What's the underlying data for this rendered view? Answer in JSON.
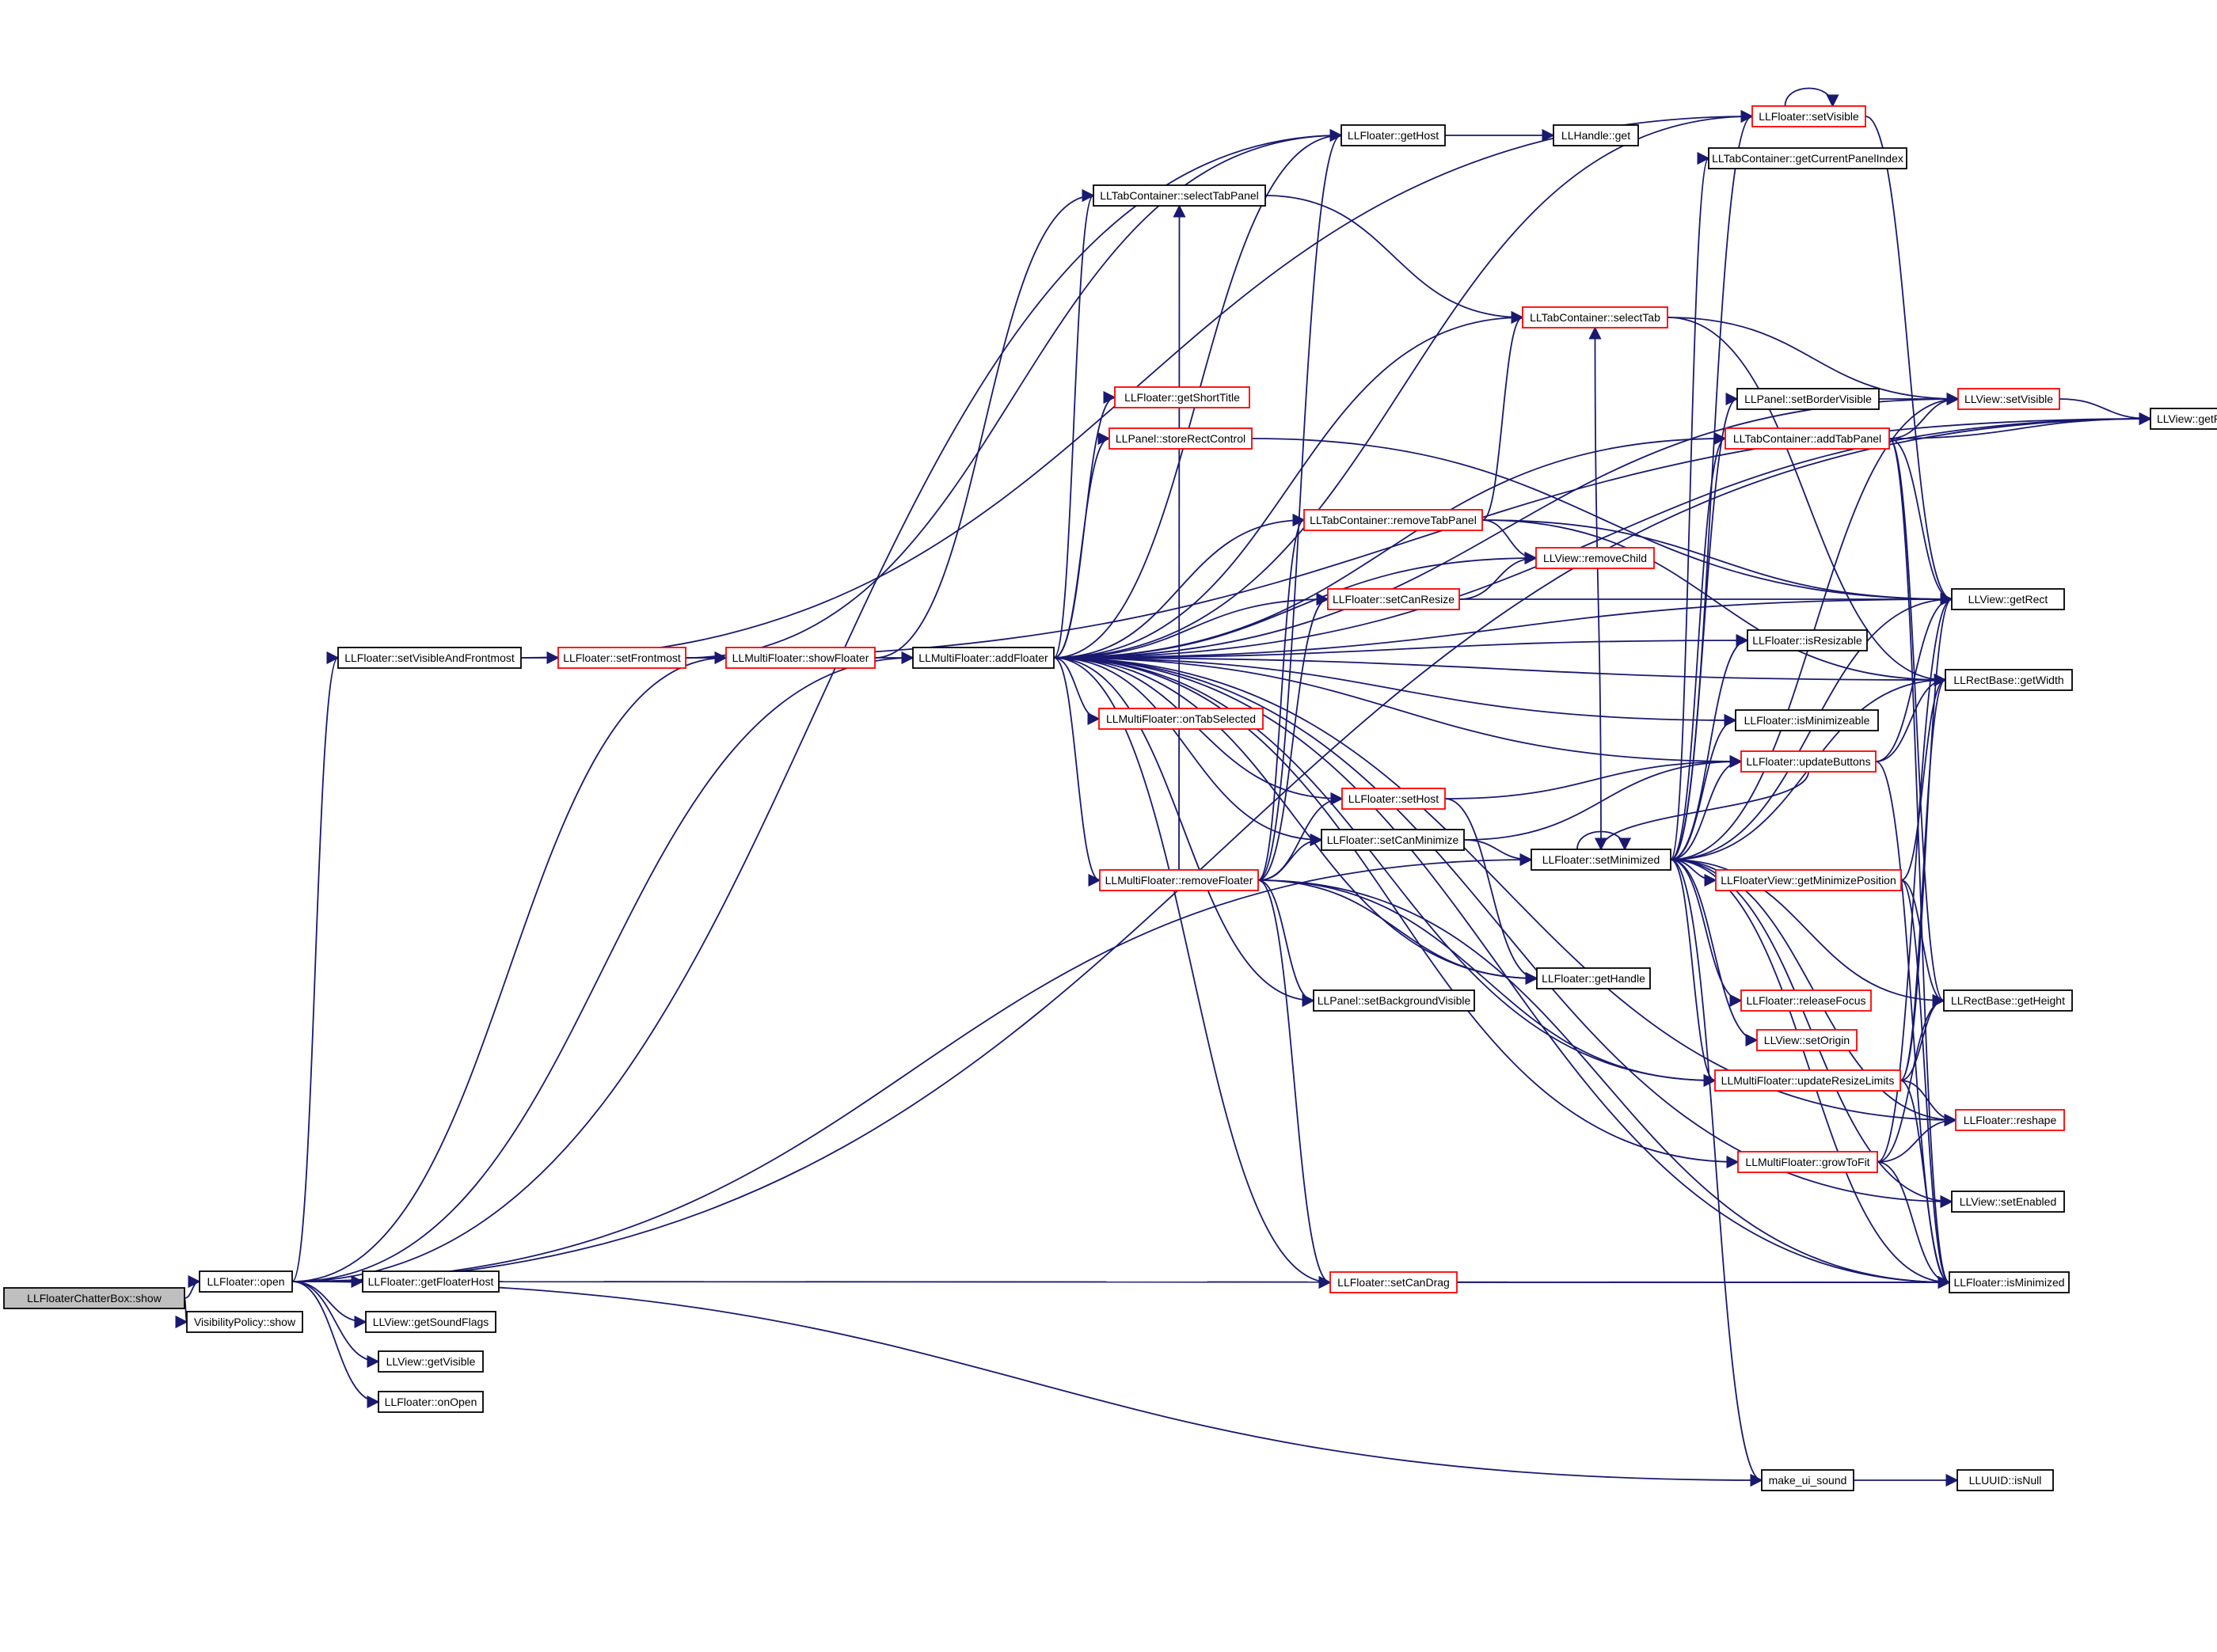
{
  "colors": {
    "edge": "#191970",
    "node_border_black": "#000000",
    "node_border_red": "#ff0000",
    "node_fill": "#ffffff",
    "root_fill": "#bfbfbf"
  },
  "nodes": {
    "chatterbox_show": {
      "label": "LLFloaterChatterBox::show",
      "border": "gray"
    },
    "floater_open": {
      "label": "LLFloater::open",
      "border": "black"
    },
    "visibility_show": {
      "label": "VisibilityPolicy::show",
      "border": "black"
    },
    "set_visible_frontmost": {
      "label": "LLFloater::setVisibleAndFrontmost",
      "border": "black"
    },
    "set_frontmost": {
      "label": "LLFloater::setFrontmost",
      "border": "red"
    },
    "show_floater": {
      "label": "LLMultiFloater::showFloater",
      "border": "red"
    },
    "add_floater": {
      "label": "LLMultiFloater::addFloater",
      "border": "black"
    },
    "get_floater_host": {
      "label": "LLFloater::getFloaterHost",
      "border": "black"
    },
    "get_sound_flags": {
      "label": "LLView::getSoundFlags",
      "border": "black"
    },
    "get_visible": {
      "label": "LLView::getVisible",
      "border": "black"
    },
    "on_open": {
      "label": "LLFloater::onOpen",
      "border": "black"
    },
    "get_host": {
      "label": "LLFloater::getHost",
      "border": "black"
    },
    "handle_get": {
      "label": "LLHandle::get",
      "border": "black"
    },
    "select_tab_panel": {
      "label": "LLTabContainer::selectTabPanel",
      "border": "black"
    },
    "get_short_title": {
      "label": "LLFloater::getShortTitle",
      "border": "red"
    },
    "store_rect_control": {
      "label": "LLPanel::storeRectControl",
      "border": "red"
    },
    "on_tab_selected": {
      "label": "LLMultiFloater::onTabSelected",
      "border": "red"
    },
    "remove_floater": {
      "label": "LLMultiFloater::removeFloater",
      "border": "red"
    },
    "set_visible_f": {
      "label": "LLFloater::setVisible",
      "border": "red"
    },
    "get_current_panel_index": {
      "label": "LLTabContainer::getCurrentPanelIndex",
      "border": "black"
    },
    "select_tab": {
      "label": "LLTabContainer::selectTab",
      "border": "red"
    },
    "remove_tab_panel": {
      "label": "LLTabContainer::removeTabPanel",
      "border": "red"
    },
    "remove_child": {
      "label": "LLView::removeChild",
      "border": "red"
    },
    "set_can_resize": {
      "label": "LLFloater::setCanResize",
      "border": "red"
    },
    "set_host": {
      "label": "LLFloater::setHost",
      "border": "red"
    },
    "set_can_minimize": {
      "label": "LLFloater::setCanMinimize",
      "border": "black"
    },
    "set_background_visible": {
      "label": "LLPanel::setBackgroundVisible",
      "border": "black"
    },
    "set_can_drag": {
      "label": "LLFloater::setCanDrag",
      "border": "red"
    },
    "set_minimized": {
      "label": "LLFloater::setMinimized",
      "border": "black"
    },
    "get_handle": {
      "label": "LLFloater::getHandle",
      "border": "black"
    },
    "set_border_visible": {
      "label": "LLPanel::setBorderVisible",
      "border": "black"
    },
    "add_tab_panel": {
      "label": "LLTabContainer::addTabPanel",
      "border": "red"
    },
    "is_resizable": {
      "label": "LLFloater::isResizable",
      "border": "black"
    },
    "is_minimizeable": {
      "label": "LLFloater::isMinimizeable",
      "border": "black"
    },
    "update_buttons": {
      "label": "LLFloater::updateButtons",
      "border": "red"
    },
    "get_minimize_position": {
      "label": "LLFloaterView::getMinimizePosition",
      "border": "red"
    },
    "release_focus": {
      "label": "LLFloater::releaseFocus",
      "border": "red"
    },
    "set_origin": {
      "label": "LLView::setOrigin",
      "border": "red"
    },
    "update_resize_limits": {
      "label": "LLMultiFloater::updateResizeLimits",
      "border": "red"
    },
    "grow_to_fit": {
      "label": "LLMultiFloater::growToFit",
      "border": "red"
    },
    "make_ui_sound": {
      "label": "make_ui_sound",
      "border": "black"
    },
    "view_set_visible": {
      "label": "LLView::setVisible",
      "border": "red"
    },
    "get_parent": {
      "label": "LLView::getParent",
      "border": "black"
    },
    "get_rect": {
      "label": "LLView::getRect",
      "border": "black"
    },
    "get_width": {
      "label": "LLRectBase::getWidth",
      "border": "black"
    },
    "get_height": {
      "label": "LLRectBase::getHeight",
      "border": "black"
    },
    "reshape": {
      "label": "LLFloater::reshape",
      "border": "red"
    },
    "set_enabled": {
      "label": "LLView::setEnabled",
      "border": "black"
    },
    "is_minimized": {
      "label": "LLFloater::isMinimized",
      "border": "black"
    },
    "uuid_is_null": {
      "label": "LLUUID::isNull",
      "border": "black"
    }
  },
  "edges": [
    [
      "chatterbox_show",
      "floater_open"
    ],
    [
      "chatterbox_show",
      "visibility_show"
    ],
    [
      "floater_open",
      "get_floater_host"
    ],
    [
      "floater_open",
      "get_sound_flags"
    ],
    [
      "floater_open",
      "get_visible"
    ],
    [
      "floater_open",
      "on_open"
    ],
    [
      "floater_open",
      "set_visible_frontmost"
    ],
    [
      "floater_open",
      "show_floater"
    ],
    [
      "floater_open",
      "add_floater"
    ],
    [
      "floater_open",
      "get_host"
    ],
    [
      "floater_open",
      "set_minimized"
    ],
    [
      "floater_open",
      "is_minimized"
    ],
    [
      "floater_open",
      "make_ui_sound"
    ],
    [
      "floater_open",
      "get_parent"
    ],
    [
      "set_visible_frontmost",
      "set_frontmost"
    ],
    [
      "set_visible_frontmost",
      "set_visible_f"
    ],
    [
      "set_frontmost",
      "show_floater"
    ],
    [
      "set_frontmost",
      "get_host"
    ],
    [
      "set_frontmost",
      "get_parent"
    ],
    [
      "show_floater",
      "add_floater"
    ],
    [
      "show_floater",
      "select_tab_panel"
    ],
    [
      "add_floater",
      "get_host"
    ],
    [
      "add_floater",
      "select_tab_panel"
    ],
    [
      "add_floater",
      "get_short_title"
    ],
    [
      "add_floater",
      "store_rect_control"
    ],
    [
      "add_floater",
      "on_tab_selected"
    ],
    [
      "add_floater",
      "remove_floater"
    ],
    [
      "add_floater",
      "set_visible_f"
    ],
    [
      "add_floater",
      "select_tab"
    ],
    [
      "add_floater",
      "remove_tab_panel"
    ],
    [
      "add_floater",
      "remove_child"
    ],
    [
      "add_floater",
      "set_can_resize"
    ],
    [
      "add_floater",
      "set_host"
    ],
    [
      "add_floater",
      "set_can_minimize"
    ],
    [
      "add_floater",
      "set_background_visible"
    ],
    [
      "add_floater",
      "set_can_drag"
    ],
    [
      "add_floater",
      "get_handle"
    ],
    [
      "add_floater",
      "add_tab_panel"
    ],
    [
      "add_floater",
      "is_resizable"
    ],
    [
      "add_floater",
      "is_minimizeable"
    ],
    [
      "add_floater",
      "update_buttons"
    ],
    [
      "add_floater",
      "update_resize_limits"
    ],
    [
      "add_floater",
      "grow_to_fit"
    ],
    [
      "add_floater",
      "view_set_visible"
    ],
    [
      "add_floater",
      "get_rect"
    ],
    [
      "add_floater",
      "get_width"
    ],
    [
      "add_floater",
      "reshape"
    ],
    [
      "add_floater",
      "set_enabled"
    ],
    [
      "add_floater",
      "is_minimized"
    ],
    [
      "add_floater",
      "get_parent"
    ],
    [
      "get_host",
      "handle_get"
    ],
    [
      "select_tab_panel",
      "select_tab"
    ],
    [
      "store_rect_control",
      "get_rect"
    ],
    [
      "remove_floater",
      "get_host"
    ],
    [
      "remove_floater",
      "select_tab_panel"
    ],
    [
      "remove_floater",
      "remove_tab_panel"
    ],
    [
      "remove_floater",
      "set_can_resize"
    ],
    [
      "remove_floater",
      "set_host"
    ],
    [
      "remove_floater",
      "set_can_minimize"
    ],
    [
      "remove_floater",
      "set_background_visible"
    ],
    [
      "remove_floater",
      "set_can_drag"
    ],
    [
      "remove_floater",
      "get_handle"
    ],
    [
      "remove_floater",
      "update_resize_limits"
    ],
    [
      "remove_floater",
      "is_minimized"
    ],
    [
      "set_visible_f",
      "set_visible_f"
    ],
    [
      "set_visible_f",
      "get_rect"
    ],
    [
      "select_tab",
      "view_set_visible"
    ],
    [
      "select_tab",
      "get_width"
    ],
    [
      "remove_tab_panel",
      "select_tab"
    ],
    [
      "remove_tab_panel",
      "remove_child"
    ],
    [
      "remove_tab_panel",
      "get_rect"
    ],
    [
      "remove_tab_panel",
      "get_width"
    ],
    [
      "set_can_resize",
      "remove_child"
    ],
    [
      "set_can_resize",
      "get_rect"
    ],
    [
      "set_host",
      "update_buttons"
    ],
    [
      "set_host",
      "get_handle"
    ],
    [
      "set_can_minimize",
      "set_minimized"
    ],
    [
      "set_can_minimize",
      "update_buttons"
    ],
    [
      "set_can_drag",
      "is_minimized"
    ],
    [
      "set_minimized",
      "set_minimized"
    ],
    [
      "set_minimized",
      "set_visible_f"
    ],
    [
      "set_minimized",
      "get_current_panel_index"
    ],
    [
      "set_minimized",
      "select_tab"
    ],
    [
      "set_minimized",
      "set_border_visible"
    ],
    [
      "set_minimized",
      "add_tab_panel"
    ],
    [
      "set_minimized",
      "is_resizable"
    ],
    [
      "set_minimized",
      "is_minimizeable"
    ],
    [
      "set_minimized",
      "update_buttons"
    ],
    [
      "set_minimized",
      "get_minimize_position"
    ],
    [
      "set_minimized",
      "release_focus"
    ],
    [
      "set_minimized",
      "set_origin"
    ],
    [
      "set_minimized",
      "update_resize_limits"
    ],
    [
      "set_minimized",
      "make_ui_sound"
    ],
    [
      "set_minimized",
      "view_set_visible"
    ],
    [
      "set_minimized",
      "get_rect"
    ],
    [
      "set_minimized",
      "get_width"
    ],
    [
      "set_minimized",
      "get_height"
    ],
    [
      "set_minimized",
      "reshape"
    ],
    [
      "set_minimized",
      "set_enabled"
    ],
    [
      "set_minimized",
      "is_minimized"
    ],
    [
      "set_border_visible",
      "view_set_visible"
    ],
    [
      "add_tab_panel",
      "view_set_visible"
    ],
    [
      "add_tab_panel",
      "get_parent"
    ],
    [
      "add_tab_panel",
      "get_rect"
    ],
    [
      "add_tab_panel",
      "get_height"
    ],
    [
      "add_tab_panel",
      "is_minimized"
    ],
    [
      "update_buttons",
      "get_rect"
    ],
    [
      "update_buttons",
      "get_width"
    ],
    [
      "update_buttons",
      "set_minimized"
    ],
    [
      "update_buttons",
      "is_minimized"
    ],
    [
      "get_minimize_position",
      "get_height"
    ],
    [
      "get_minimize_position",
      "is_minimized"
    ],
    [
      "get_minimize_position",
      "get_width"
    ],
    [
      "update_resize_limits",
      "get_rect"
    ],
    [
      "update_resize_limits",
      "get_width"
    ],
    [
      "update_resize_limits",
      "get_height"
    ],
    [
      "update_resize_limits",
      "reshape"
    ],
    [
      "update_resize_limits",
      "is_minimized"
    ],
    [
      "grow_to_fit",
      "get_rect"
    ],
    [
      "grow_to_fit",
      "get_height"
    ],
    [
      "grow_to_fit",
      "reshape"
    ],
    [
      "grow_to_fit",
      "is_minimized"
    ],
    [
      "make_ui_sound",
      "uuid_is_null"
    ],
    [
      "view_set_visible",
      "get_parent"
    ]
  ]
}
